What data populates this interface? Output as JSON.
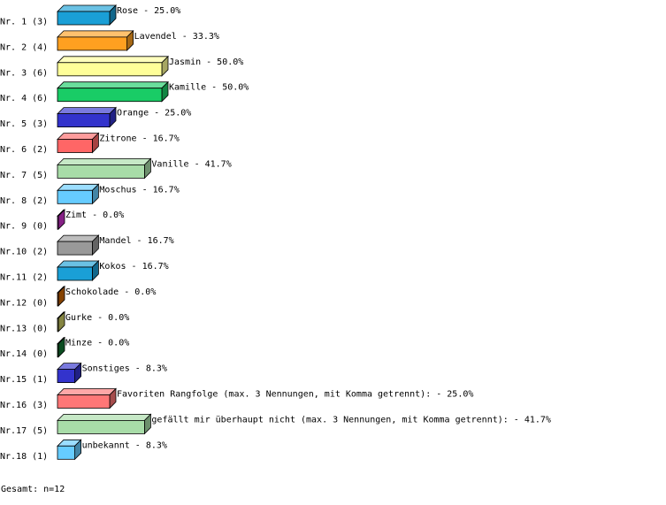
{
  "chart_data": {
    "type": "bar",
    "orientation": "horizontal",
    "value_unit": "%",
    "xlim": [
      0,
      100
    ],
    "categories": [
      "Rose",
      "Lavendel",
      "Jasmin",
      "Kamille",
      "Orange",
      "Zitrone",
      "Vanille",
      "Moschus",
      "Zimt",
      "Mandel",
      "Kokos",
      "Schokolade",
      "Gurke",
      "Minze",
      "Sonstiges",
      "Favoriten Rangfolge (max. 3 Nennungen, mit Komma getrennt):",
      "gefällt mir überhaupt nicht (max. 3 Nennungen, mit Komma getrennt):",
      "unbekannt"
    ],
    "row_labels": [
      "Nr. 1 (3)",
      "Nr. 2 (4)",
      "Nr. 3 (6)",
      "Nr. 4 (6)",
      "Nr. 5 (3)",
      "Nr. 6 (2)",
      "Nr. 7 (5)",
      "Nr. 8 (2)",
      "Nr. 9 (0)",
      "Nr.10 (2)",
      "Nr.11 (2)",
      "Nr.12 (0)",
      "Nr.13 (0)",
      "Nr.14 (0)",
      "Nr.15 (1)",
      "Nr.16 (3)",
      "Nr.17 (5)",
      "Nr.18 (1)"
    ],
    "counts": [
      3,
      4,
      6,
      6,
      3,
      2,
      5,
      2,
      0,
      2,
      2,
      0,
      0,
      0,
      1,
      3,
      5,
      1
    ],
    "values": [
      25.0,
      33.3,
      50.0,
      50.0,
      25.0,
      16.7,
      41.7,
      16.7,
      0.0,
      16.7,
      16.7,
      0.0,
      0.0,
      0.0,
      8.3,
      25.0,
      41.7,
      8.3
    ],
    "value_labels": [
      "25.0%",
      "33.3%",
      "50.0%",
      "50.0%",
      "25.0%",
      "16.7%",
      "41.7%",
      "16.7%",
      "0.0%",
      "16.7%",
      "16.7%",
      "0.0%",
      "0.0%",
      "0.0%",
      "8.3%",
      "25.0%",
      "41.7%",
      "8.3%"
    ],
    "colors": [
      "#1a9fd6",
      "#ffa020",
      "#ffff99",
      "#19cc66",
      "#3333cc",
      "#ff6666",
      "#a8dca8",
      "#66ccff",
      "#cc33cc",
      "#999999",
      "#1a9fd6",
      "#cc6600",
      "#cccc66",
      "#117733",
      "#3333cc",
      "#ff7777",
      "#a8dca8",
      "#66ccff"
    ],
    "footer": "Gesamt: n=12"
  }
}
